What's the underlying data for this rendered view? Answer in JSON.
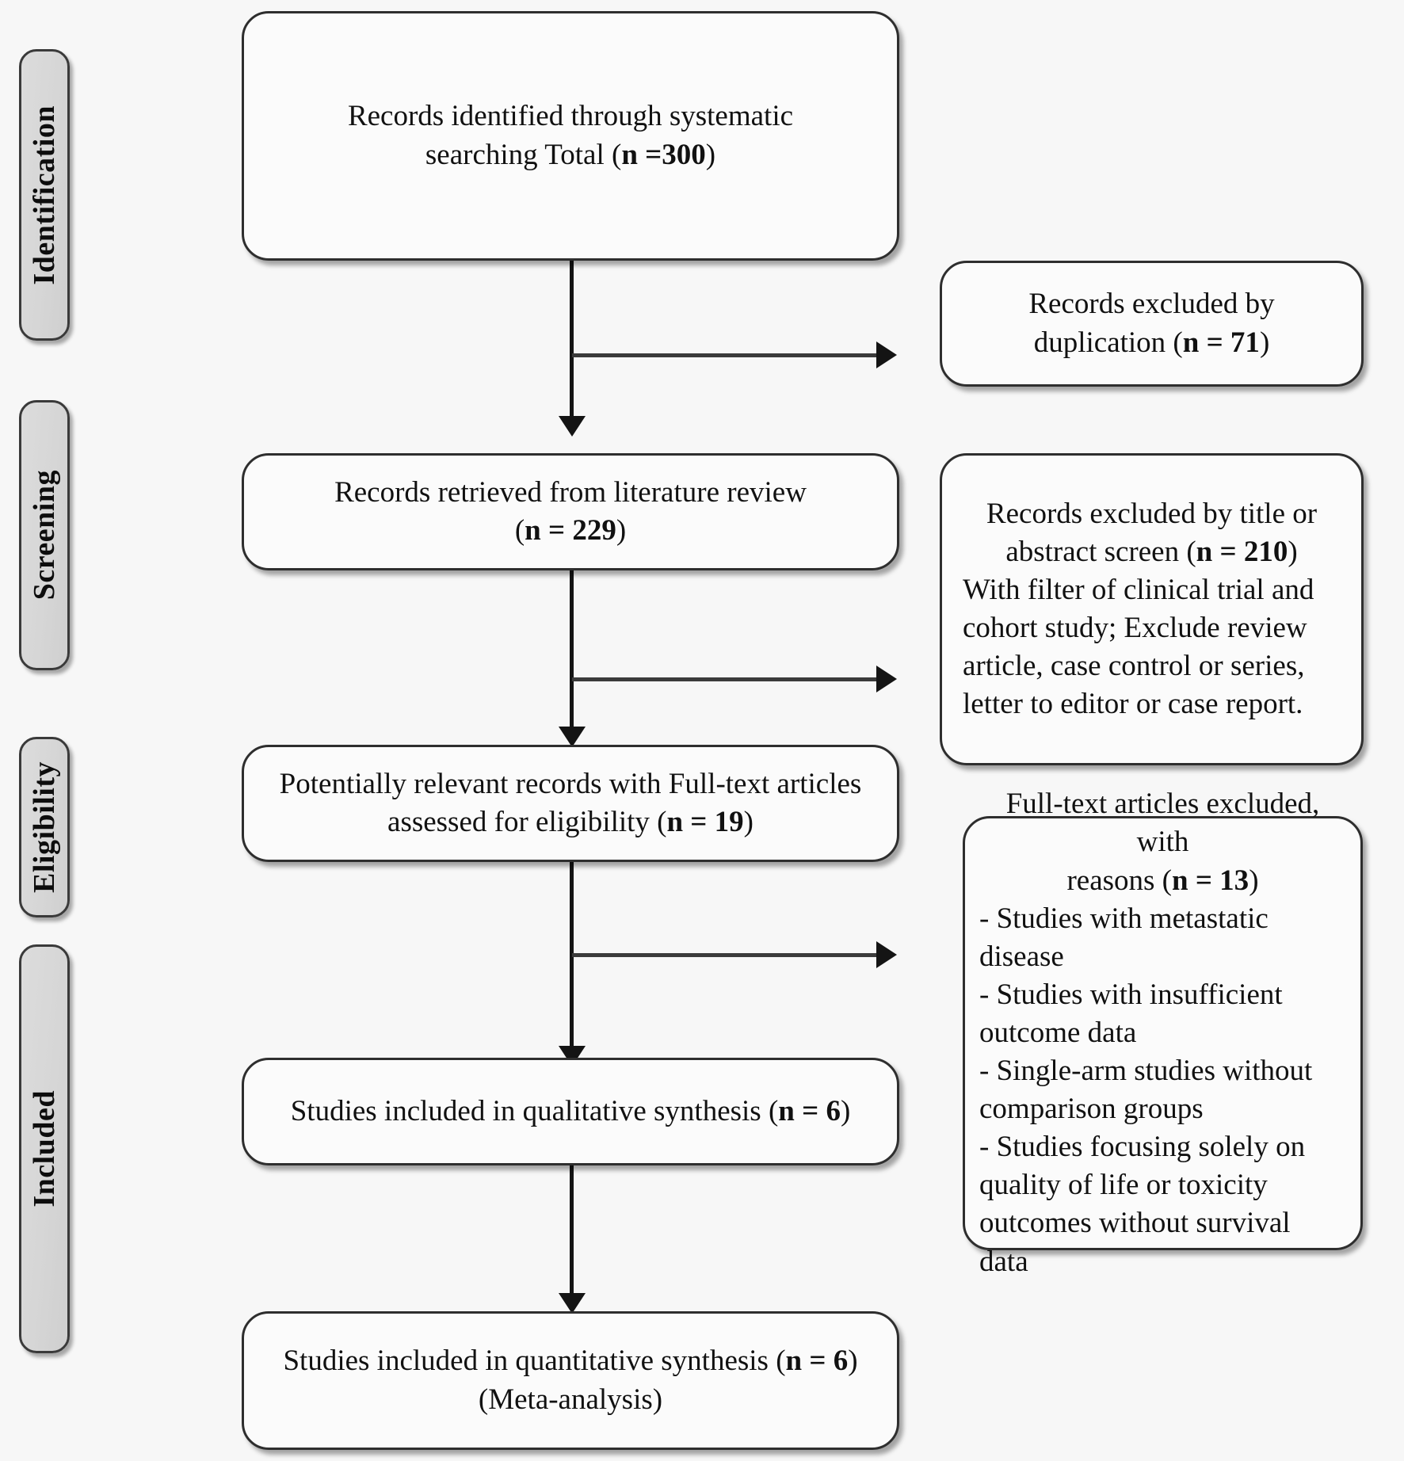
{
  "diagram": {
    "title": "PRISMA flow diagram",
    "type": "prisma-flowchart",
    "colors": {
      "background": "#f7f7f7",
      "box_fill": "#fbfbfb",
      "box_border": "#2e2e2e",
      "stage_fill": "#d8d8d8",
      "stage_border": "#3a3a3a",
      "connector": "#141414"
    }
  },
  "stages": [
    {
      "id": "identification",
      "label": "Identification"
    },
    {
      "id": "screening",
      "label": "Screening"
    },
    {
      "id": "eligibility",
      "label": "Eligibility"
    },
    {
      "id": "included",
      "label": "Included"
    }
  ],
  "main_boxes": [
    {
      "id": "identified",
      "line1": "Records identified through systematic",
      "line2_plain": "searching Total (",
      "line2_bold": "n =300",
      "line2_tail": ")",
      "n": 300
    },
    {
      "id": "retrieved",
      "line1": "Records retrieved from literature review",
      "line2_plain": "(",
      "line2_bold": "n = 229",
      "line2_tail": ")",
      "n": 229
    },
    {
      "id": "eligibility-assessed",
      "line1": "Potentially relevant records with Full-text articles",
      "line2_plain": "assessed for eligibility (",
      "line2_bold": "n = 19",
      "line2_tail": ")",
      "n": 19
    },
    {
      "id": "qualitative",
      "line1": "",
      "line2_plain": "Studies included in qualitative synthesis (",
      "line2_bold": "n = 6",
      "line2_tail": ")",
      "n": 6
    },
    {
      "id": "quantitative",
      "line1_plain": "Studies included in quantitative synthesis (",
      "line1_bold": "n = 6",
      "line1_tail": ")",
      "line2": "(Meta-analysis)",
      "n": 6
    }
  ],
  "exclusion_boxes": [
    {
      "id": "excluded-duplication",
      "centered_lines": [
        {
          "plain": "Records excluded by",
          "bold": "",
          "tail": ""
        },
        {
          "plain": "duplication (",
          "bold": "n = 71",
          "tail": ")"
        }
      ],
      "left_lines": [],
      "n": 71
    },
    {
      "id": "excluded-title-abstract",
      "centered_lines": [
        {
          "plain": "Records excluded by title or",
          "bold": "",
          "tail": ""
        },
        {
          "plain": "abstract screen (",
          "bold": "n = 210",
          "tail": ")"
        }
      ],
      "left_lines": [
        "With filter of clinical trial and",
        "cohort study; Exclude review",
        "article, case control or series,",
        "letter to editor or case report."
      ],
      "n": 210
    },
    {
      "id": "excluded-fulltext",
      "centered_lines": [
        {
          "plain": "Full-text articles excluded, with",
          "bold": "",
          "tail": ""
        },
        {
          "plain": "reasons (",
          "bold": "n = 13",
          "tail": ")"
        }
      ],
      "left_lines": [
        "- Studies with metastatic",
        "disease",
        "- Studies with insufficient",
        "outcome data",
        "- Single-arm studies without",
        "comparison groups",
        "- Studies focusing solely on",
        "quality of life or toxicity",
        "outcomes without survival data"
      ],
      "n": 13
    }
  ]
}
